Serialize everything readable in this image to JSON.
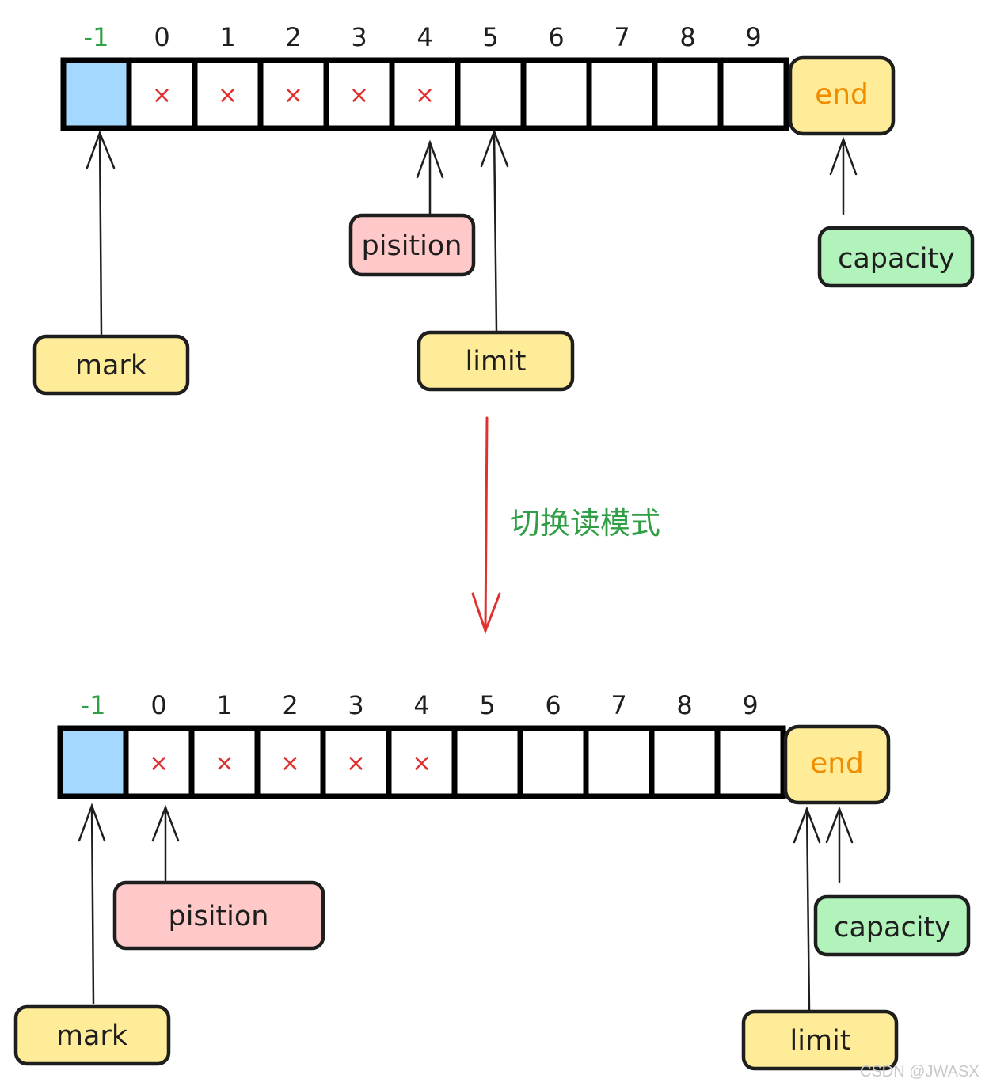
{
  "colors": {
    "mark_cell": "#a5d8ff",
    "end_box": "#ffec99",
    "mark_box": "#ffec99",
    "limit_box": "#ffec99",
    "position_box": "#ffc9c9",
    "capacity_box": "#b2f2bb",
    "x_mark": "#e03131",
    "negative_index": "#2f9e44",
    "end_text": "#f08c00",
    "transition_arrow": "#e03131",
    "transition_text": "#2f9e44"
  },
  "indices": [
    "-1",
    "0",
    "1",
    "2",
    "3",
    "4",
    "5",
    "6",
    "7",
    "8",
    "9"
  ],
  "cell_marks": [
    "",
    "×",
    "×",
    "×",
    "×",
    "×",
    "",
    "",
    "",
    "",
    ""
  ],
  "labels": {
    "end": "end",
    "mark": "mark",
    "position": "pisition",
    "limit": "limit",
    "capacity": "capacity"
  },
  "transition": {
    "text": "切换读模式"
  },
  "watermark": "CSDN @JWASX",
  "before": {
    "mark_index": "-1",
    "position_index": "4",
    "limit_index": "5",
    "capacity_at": "end"
  },
  "after": {
    "mark_index": "-1",
    "position_index": "0",
    "limit_at": "end",
    "capacity_at": "end"
  }
}
